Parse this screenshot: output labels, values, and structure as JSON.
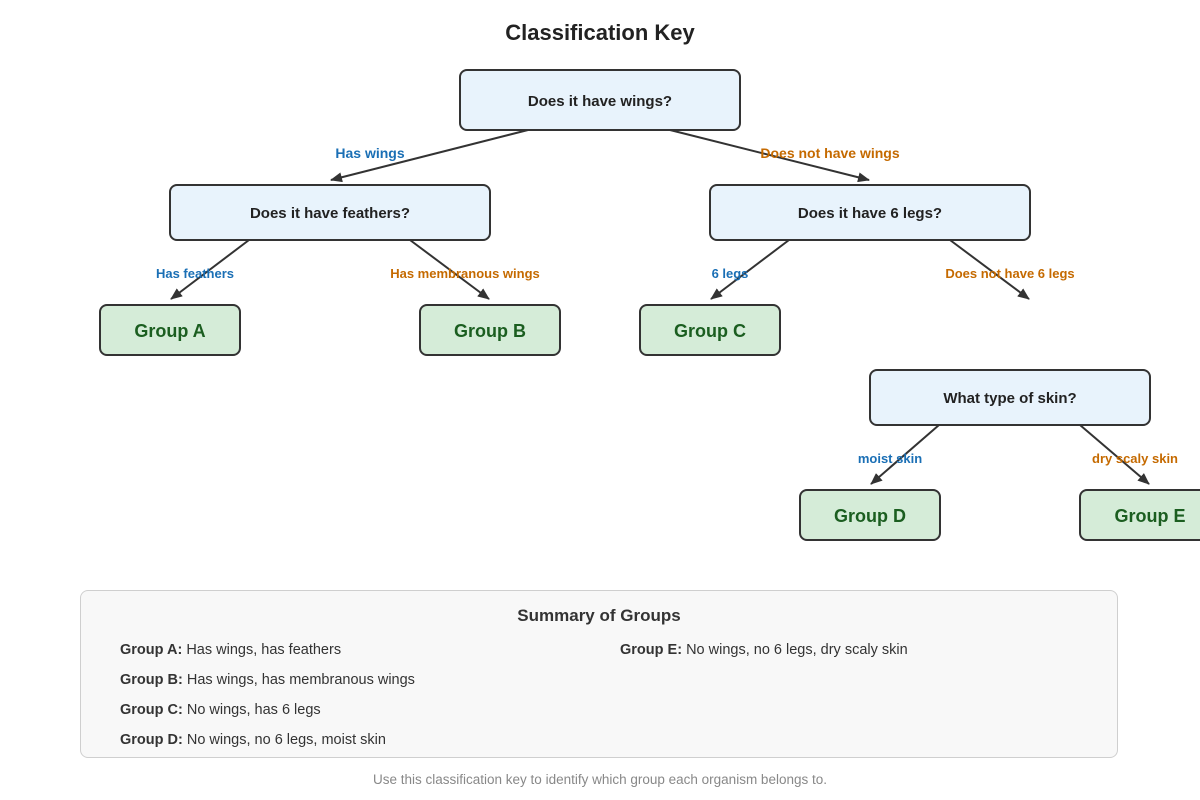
{
  "title": "Classification Key",
  "nodes": {
    "q_wings": "Does it have wings?",
    "q_feathers": "Does it have feathers?",
    "q_legs": "Does it have 6 legs?",
    "q_skin": "What type of skin?",
    "g_a": "Group A",
    "g_b": "Group B",
    "g_c": "Group C",
    "g_d": "Group D",
    "g_e": "Group E"
  },
  "edge_labels": {
    "has_wings": "Has wings",
    "no_wings": "Does not have wings",
    "has_feathers": "Has feathers",
    "membranous": "Has membranous wings",
    "six_legs": "6 legs",
    "no_six_legs": "Does not have 6 legs",
    "moist": "moist skin",
    "dry": "dry scaly skin"
  },
  "colors": {
    "question_fill": "#e8f3fc",
    "group_fill": "#d5ecd8",
    "group_text": "#1b5e20",
    "yes_label": "#1a6fb5",
    "no_label": "#c56a00"
  },
  "summary": {
    "title": "Summary of Groups",
    "items": [
      {
        "name": "Group A:",
        "desc": "Has wings, has feathers"
      },
      {
        "name": "Group B:",
        "desc": "Has wings, has membranous wings"
      },
      {
        "name": "Group C:",
        "desc": "No wings, has 6 legs"
      },
      {
        "name": "Group D:",
        "desc": "No wings, no 6 legs, moist skin"
      },
      {
        "name": "Group E:",
        "desc": "No wings, no 6 legs, dry scaly skin"
      }
    ]
  },
  "footer": "Use this classification key to identify which group each organism belongs to."
}
